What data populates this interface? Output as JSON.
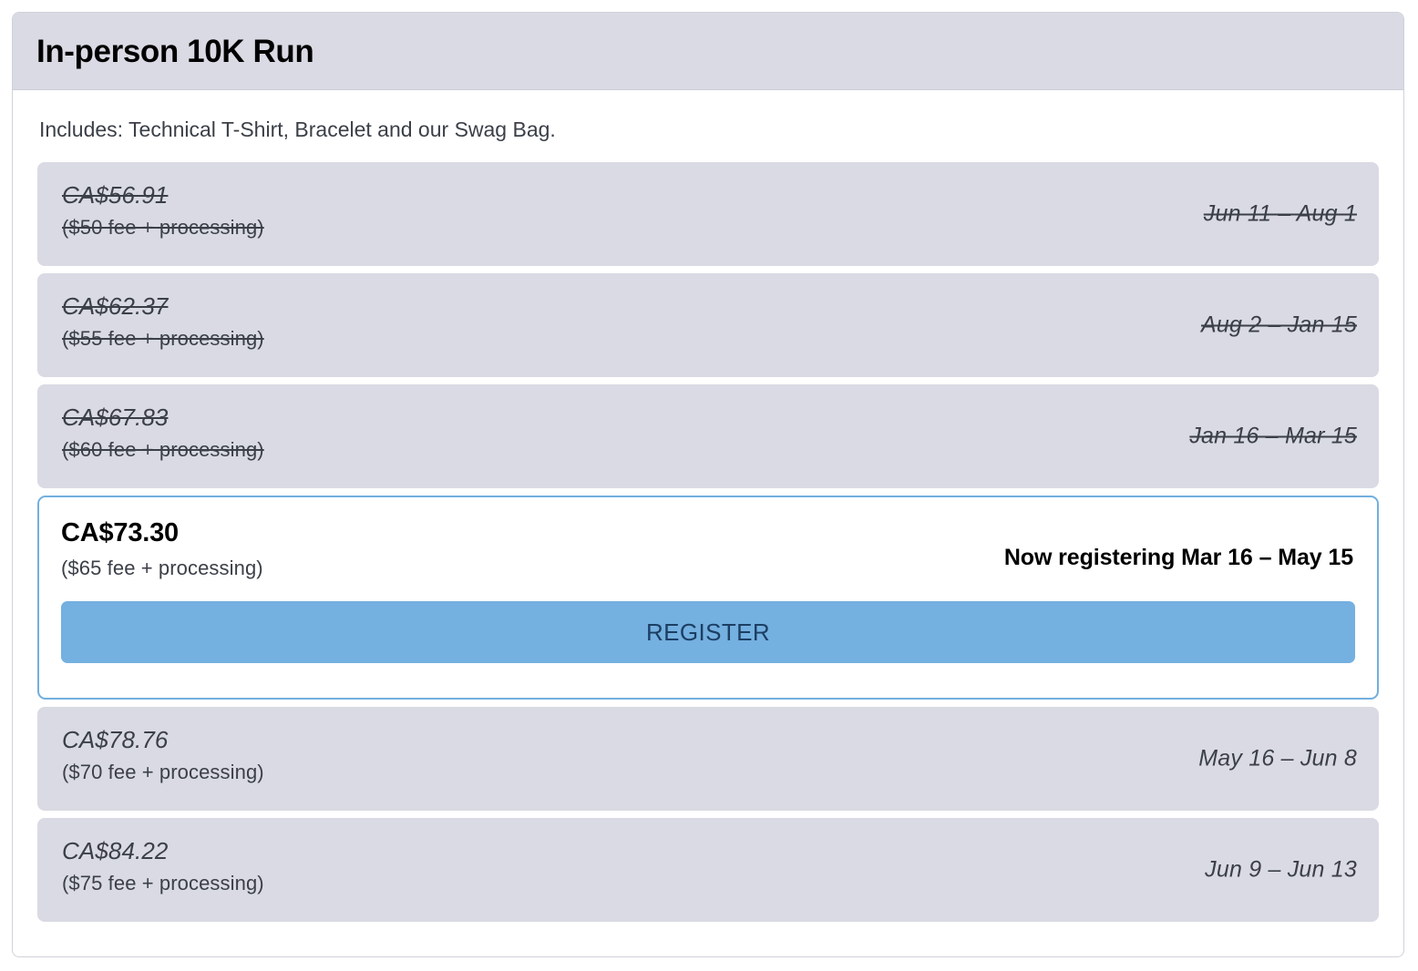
{
  "card": {
    "title": "In-person 10K Run",
    "includes": "Includes: Technical T-Shirt, Bracelet and our Swag Bag.",
    "colors": {
      "header_bg": "#d9dae3",
      "row_bg": "#d9dae3",
      "active_border": "#72afdf",
      "register_bg": "#74b0e0",
      "register_text": "#1c3e63",
      "card_border": "#cfd2da"
    }
  },
  "tiers": [
    {
      "price": "CA$56.91",
      "fee_note": "($50 fee + processing)",
      "dates": "Jun 11 – Aug 1",
      "state": "past"
    },
    {
      "price": "CA$62.37",
      "fee_note": "($55 fee + processing)",
      "dates": "Aug 2 – Jan 15",
      "state": "past"
    },
    {
      "price": "CA$67.83",
      "fee_note": "($60 fee + processing)",
      "dates": "Jan 16 – Mar 15",
      "state": "past"
    },
    {
      "price": "CA$73.30",
      "fee_note": "($65 fee + processing)",
      "dates": "Now registering Mar 16 – May 15",
      "state": "active",
      "register_label": "REGISTER"
    },
    {
      "price": "CA$78.76",
      "fee_note": "($70 fee + processing)",
      "dates": "May 16 – Jun 8",
      "state": "upcoming"
    },
    {
      "price": "CA$84.22",
      "fee_note": "($75 fee + processing)",
      "dates": "Jun 9 – Jun 13",
      "state": "upcoming"
    }
  ]
}
